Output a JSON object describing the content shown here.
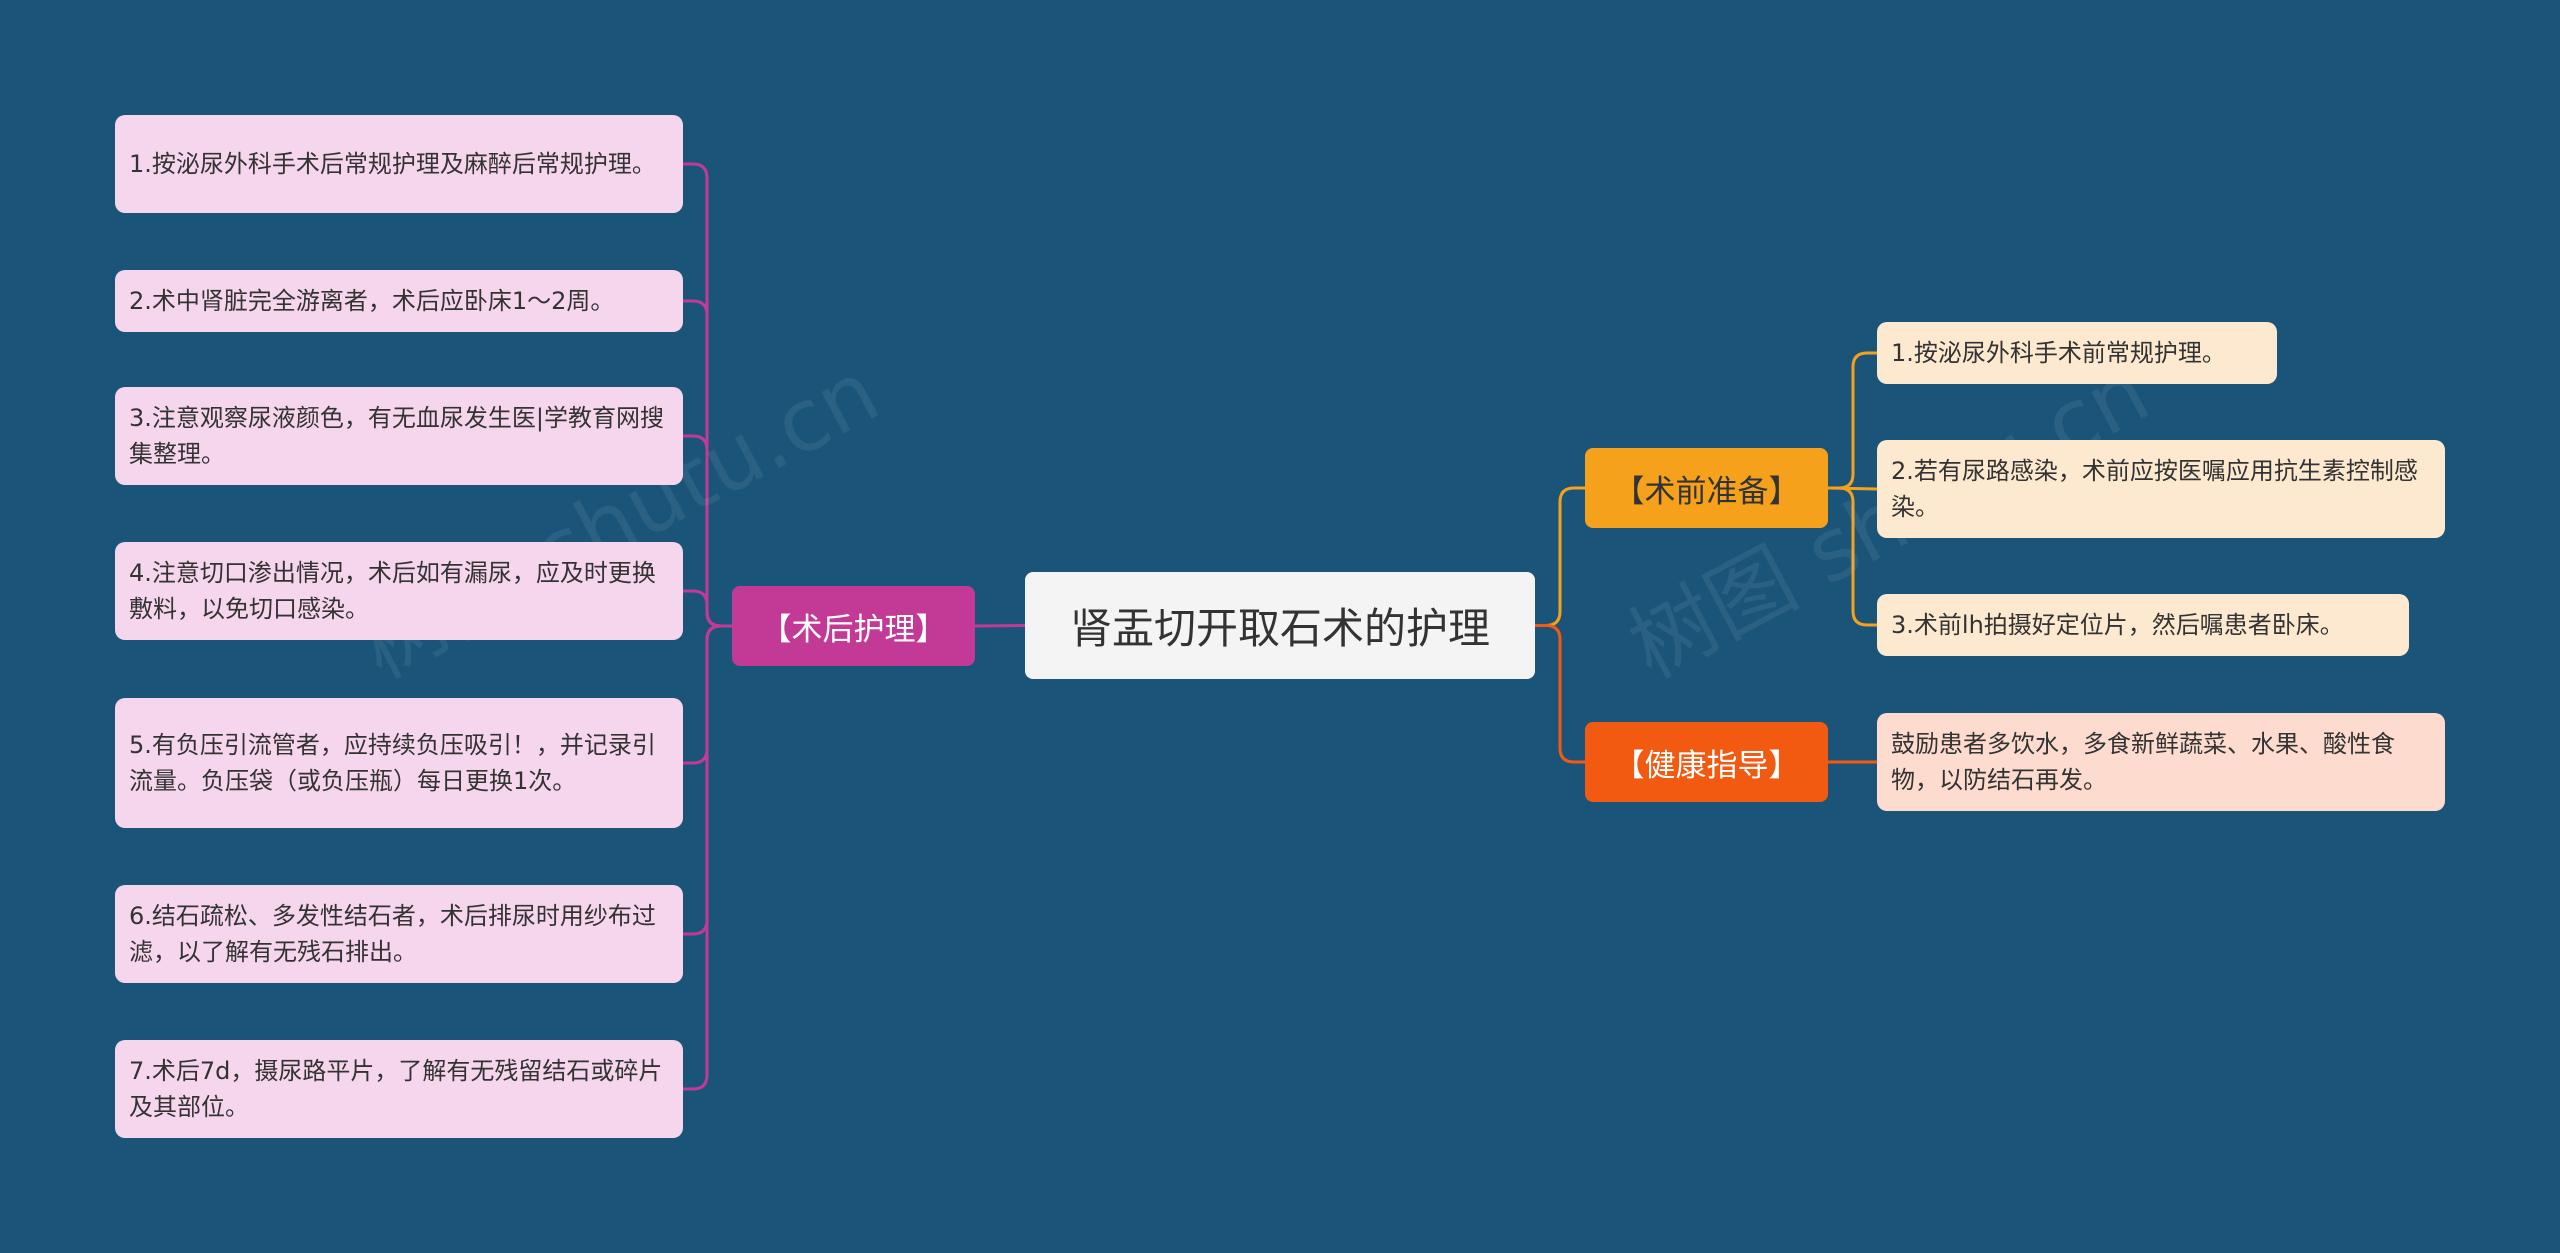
{
  "root": {
    "label": "肾盂切开取石术的护理"
  },
  "branches": {
    "postop": {
      "label": "【术后护理】",
      "color": "#c33a96",
      "items": [
        {
          "text": "1.按泌尿外科手术后常规护理及麻醉后常规护理。"
        },
        {
          "text": "2.术中肾脏完全游离者，术后应卧床1～2周。"
        },
        {
          "text": "3.注意观察尿液颜色，有无血尿发生医|学教育网搜集整理。"
        },
        {
          "text": "4.注意切口渗出情况，术后如有漏尿，应及时更换敷料，以免切口感染。"
        },
        {
          "text": "5.有负压引流管者，应持续负压吸引！，并记录引流量。负压袋（或负压瓶）每日更换1次。"
        },
        {
          "text": "6.结石疏松、多发性结石者，术后排尿时用纱布过滤，以了解有无残石排出。"
        },
        {
          "text": "7.术后7d，摄尿路平片，了解有无残留结石或碎片及其部位。"
        }
      ]
    },
    "preop": {
      "label": "【术前准备】",
      "color": "#f5a11b",
      "items": [
        {
          "text": "1.按泌尿外科手术前常规护理。"
        },
        {
          "text": "2.若有尿路感染，术前应按医嘱应用抗生素控制感染。"
        },
        {
          "text": "3.术前lh拍摄好定位片，然后嘱患者卧床。"
        }
      ]
    },
    "health": {
      "label": "【健康指导】",
      "color": "#f25a12",
      "items": [
        {
          "text": "鼓励患者多饮水，多食新鲜蔬菜、水果、酸性食物，以防结石再发。"
        }
      ]
    }
  },
  "watermarks": [
    "树图 shutu.cn",
    "树图 shutu.cn"
  ]
}
